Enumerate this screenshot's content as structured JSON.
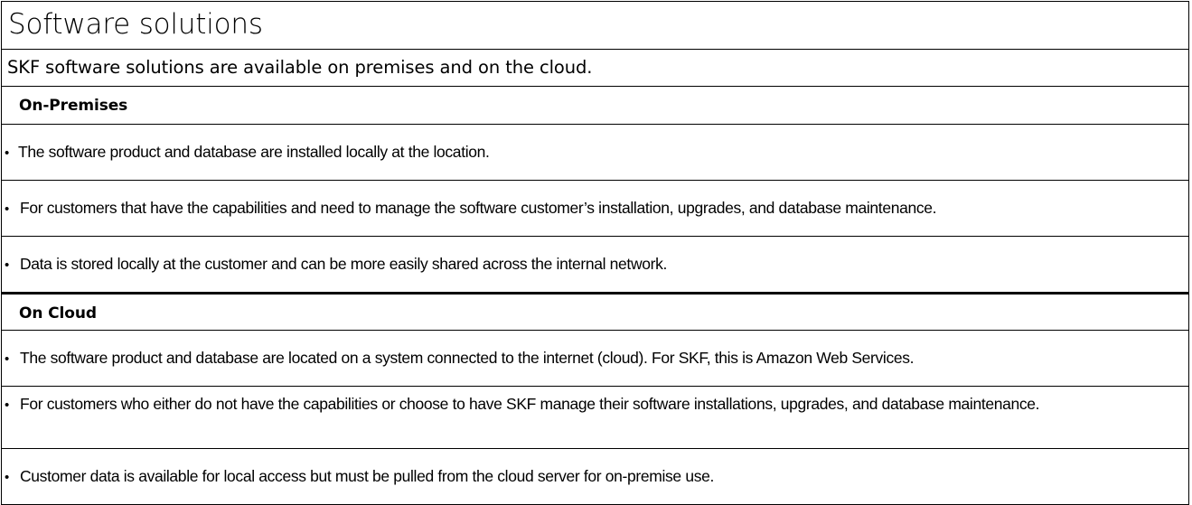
{
  "document": {
    "title": "Software solutions",
    "subtitle": "SKF software solutions are available on premises and on the cloud.",
    "sections": [
      {
        "heading": "On-Premises",
        "bullets": [
          "The software product and database are installed locally at the location.",
          "For customers that have the capabilities and need to manage the software customer’s installation, upgrades, and database maintenance.",
          "Data is stored locally at the customer and can be more easily shared across the internal network."
        ]
      },
      {
        "heading": "On Cloud",
        "bullets": [
          "The software product and database are located on a system connected to the internet (cloud). For SKF, this is Amazon Web Services.",
          "For customers who either do not have the capabilities or choose to have SKF manage their software installations, upgrades, and database maintenance.",
          "Customer data is available for local access but must be pulled from the cloud server for on-premise use."
        ]
      }
    ],
    "bullet_glyph": "•",
    "colors": {
      "text": "#000000",
      "background": "#ffffff",
      "border": "#000000"
    }
  }
}
